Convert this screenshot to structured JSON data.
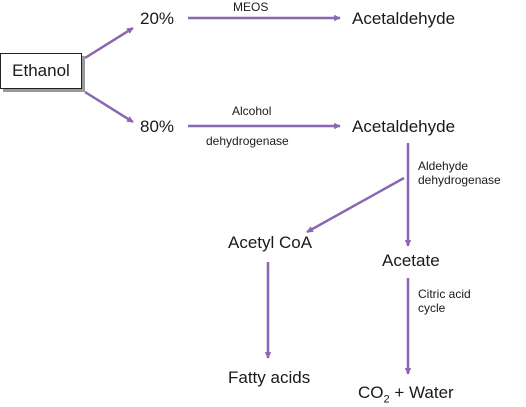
{
  "colors": {
    "arrow": "#8a66b3",
    "text": "#1a1a1a",
    "box_border": "#222222",
    "box_shadow": "#999999"
  },
  "nodes": {
    "ethanol": "Ethanol",
    "pct_meos": "20%",
    "pct_adh": "80%",
    "acetaldehyde_top": "Acetaldehyde",
    "acetaldehyde_mid": "Acetaldehyde",
    "acetyl_coa": "Acetyl CoA",
    "acetate": "Acetate",
    "fatty_acids": "Fatty acids",
    "co2_main": "CO",
    "co2_sub": "2",
    "co2_rest": " + Water"
  },
  "edge_labels": {
    "meos": "MEOS",
    "adh_line1": "Alcohol",
    "adh_line2": "dehydrogenase",
    "aldh_line1": "Aldehyde",
    "aldh_line2": "dehydrogenase",
    "citric_line1": "Citric acid",
    "citric_line2": "cycle"
  }
}
